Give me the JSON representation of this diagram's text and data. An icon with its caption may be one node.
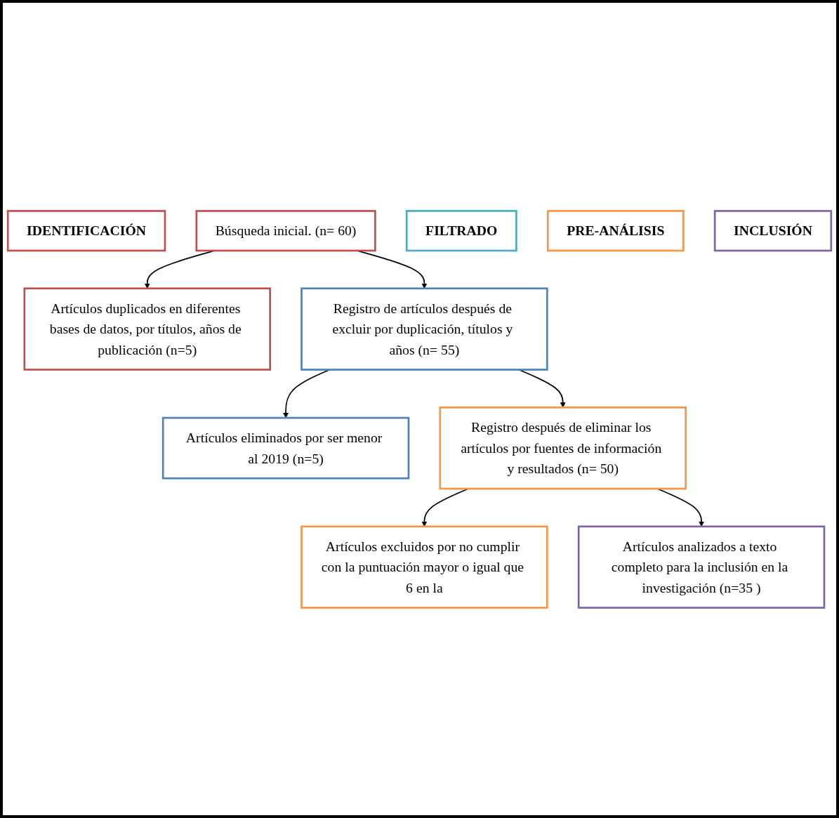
{
  "diagram": {
    "nodes": [
      {
        "text": [
          "IDENTIFICACIÓN"
        ]
      },
      {
        "text": [
          "Búsqueda inicial. (n= 60)"
        ]
      },
      {
        "text": [
          "Artículos duplicados en diferentes bases de datos, por títulos, años de publicación (n=5)"
        ]
      },
      {
        "text": [
          "FILTRADO"
        ]
      },
      {
        "text": [
          "Registro de artículos después de excluir por duplicación, títulos y años (n= 55)"
        ]
      },
      {
        "text": [
          "Artículos eliminados por ser menor al 2019 (n=5)"
        ]
      },
      {
        "text": [
          "PRE-ANÁLISIS"
        ]
      },
      {
        "text": [
          "Registro después de eliminar los artículos por fuentes de información y resultados (n= 50)"
        ]
      },
      {
        "text": [
          "Artículos excluidos por no cumplir con la puntuación mayor o igual que 6 en la"
        ]
      },
      {
        "text": [
          "INCLUSIÓN"
        ]
      },
      {
        "text": [
          "Artículos analizados a texto completo para la inclusión en la investigación (n=35 )"
        ]
      }
    ],
    "edges": [
      {
        "from": 1,
        "to": 2,
        "arrow": "to"
      },
      {
        "from": 1,
        "to": 4,
        "arrow": "to"
      },
      {
        "from": 4,
        "to": 5,
        "arrow": "to"
      },
      {
        "from": 4,
        "to": 7,
        "arrow": "to"
      },
      {
        "from": 7,
        "to": 8,
        "arrow": "to"
      },
      {
        "from": 7,
        "to": 10,
        "arrow": "to"
      }
    ]
  }
}
